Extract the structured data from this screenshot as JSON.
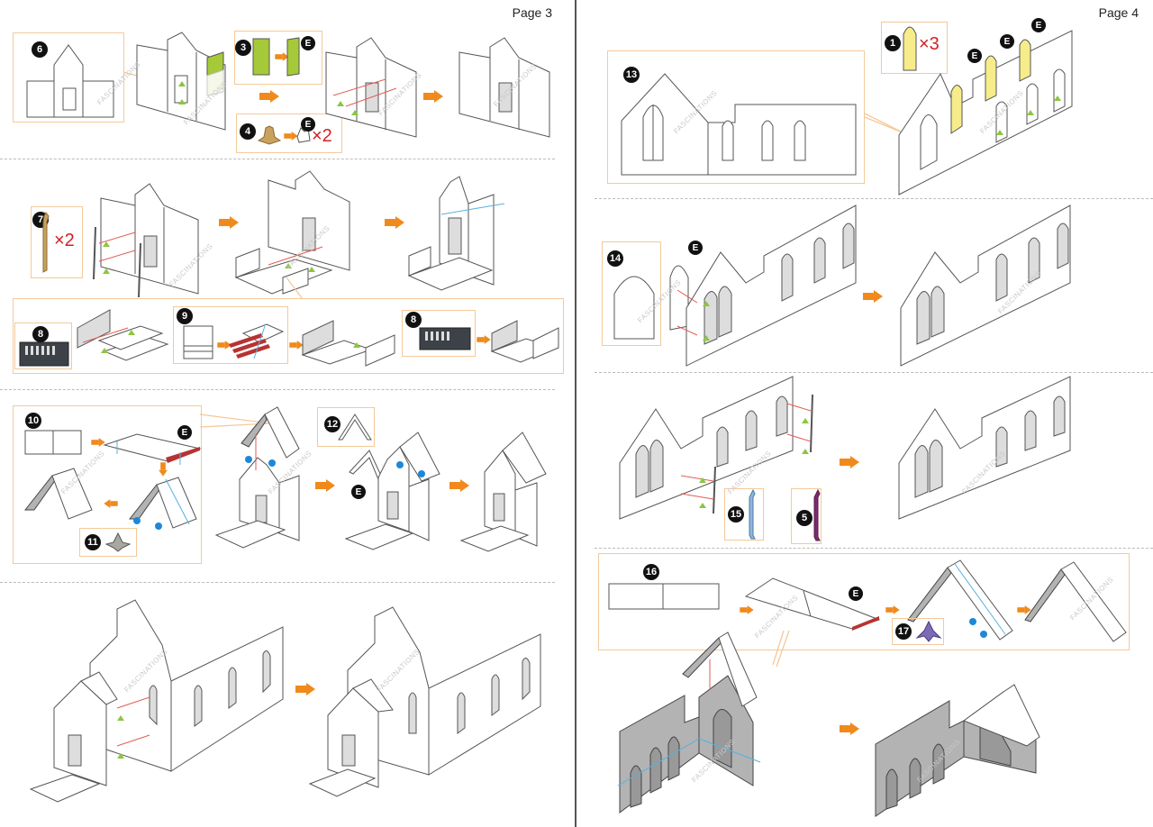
{
  "document": {
    "brand_watermark": "FASCINATIONS",
    "colors": {
      "callout_border": "#f4c99a",
      "arrow": "#f08a1c",
      "quantity_text": "#d21f26",
      "alignment_marker": "#8cc63f",
      "guide_line_red": "#e25b54",
      "guide_line_blue": "#56b0e0",
      "glue_dot": "#1e88d8",
      "part_green": "#a6c93a",
      "part_yellow": "#f7ec8a",
      "part_tan": "#c9a15e",
      "part_purple": "#7e6bb5",
      "part_blue": "#8fb6d8",
      "part_magenta": "#7a2a6a"
    }
  },
  "pages": [
    {
      "label": "Page 3",
      "steps": [
        {
          "number": "6",
          "part": "front gable wall with door opening"
        },
        {
          "number": "3",
          "part": "green door panel",
          "marker": "E"
        },
        {
          "number": "4",
          "part": "tan window bracket",
          "marker": "E",
          "quantity": "×2"
        },
        {
          "number": "7",
          "part": "tan side post",
          "quantity": "×2"
        },
        {
          "number": "8",
          "part": "dark railing panel (left)"
        },
        {
          "number": "9",
          "part": "staircase base with red treads"
        },
        {
          "number": "8",
          "part": "dark railing panel (right)"
        },
        {
          "number": "10",
          "part": "porch roof",
          "marker": "E"
        },
        {
          "number": "11",
          "part": "roof bracket"
        },
        {
          "number": "12",
          "part": "porch roof trim",
          "marker": "E"
        }
      ]
    },
    {
      "label": "Page 4",
      "steps": [
        {
          "number": "1",
          "part": "yellow window inserts",
          "marker": "E",
          "quantity": "×3"
        },
        {
          "number": "13",
          "part": "side wall with arched windows"
        },
        {
          "number": "14",
          "part": "arched gable window insert",
          "marker": "E"
        },
        {
          "number": "15",
          "part": "blue connector post"
        },
        {
          "number": "5",
          "part": "purple connector post"
        },
        {
          "number": "16",
          "part": "main roof",
          "marker": "E"
        },
        {
          "number": "17",
          "part": "purple roof bracket"
        }
      ]
    }
  ],
  "labels": {
    "page3": "Page 3",
    "page4": "Page 4",
    "x2": "×2",
    "x3": "×3",
    "e": "E",
    "s1": "1",
    "s3": "3",
    "s4": "4",
    "s5": "5",
    "s6": "6",
    "s7": "7",
    "s8": "8",
    "s9": "9",
    "s10": "10",
    "s11": "11",
    "s12": "12",
    "s13": "13",
    "s14": "14",
    "s15": "15",
    "s16": "16",
    "s17": "17"
  }
}
